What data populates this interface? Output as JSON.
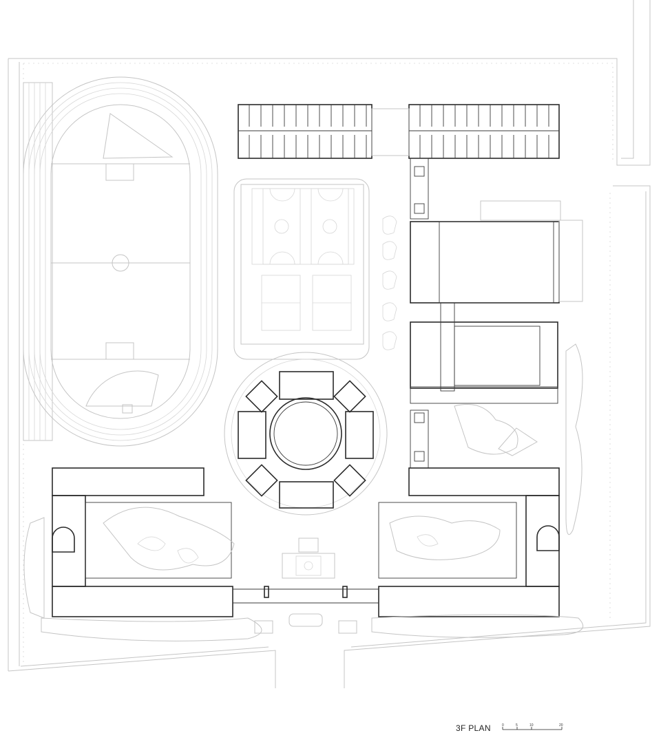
{
  "drawing": {
    "title": "3F PLAN",
    "scale_bar": {
      "ticks": [
        "0",
        "5",
        "10",
        "20"
      ]
    }
  }
}
